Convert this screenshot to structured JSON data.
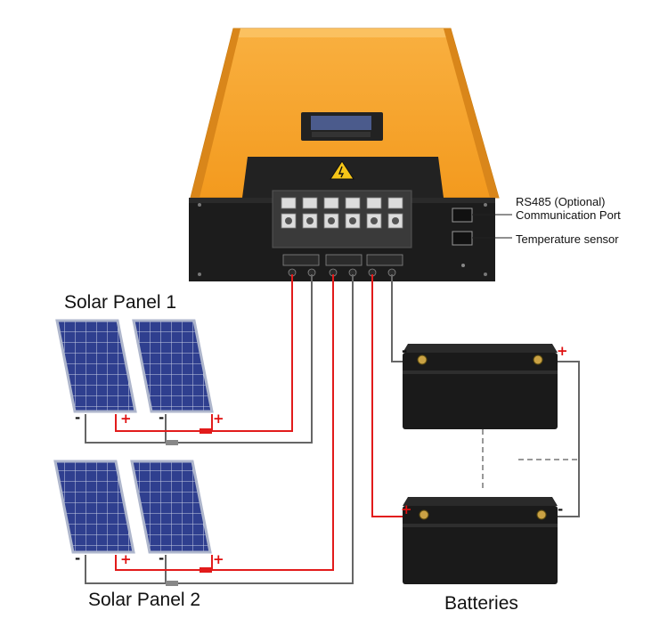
{
  "labels": {
    "solar_panel_1": "Solar Panel 1",
    "solar_panel_2": "Solar Panel 2",
    "batteries": "Batteries",
    "rs485_line1": "RS485 (Optional)",
    "rs485_line2": "Communication Port",
    "temperature_sensor": "Temperature sensor"
  },
  "signs": {
    "positive": "+",
    "negative": "-"
  },
  "colors": {
    "housing": "#f7a12a",
    "front_panel": "#1c1c1c",
    "positive_wire": "#e21b1b",
    "negative_wire": "#555555",
    "panel_cells": "#2f3f8f",
    "battery_body": "#1a1a1a"
  },
  "icons": {
    "warning": "warning-triangle-icon",
    "display": "lcd-display-icon"
  }
}
